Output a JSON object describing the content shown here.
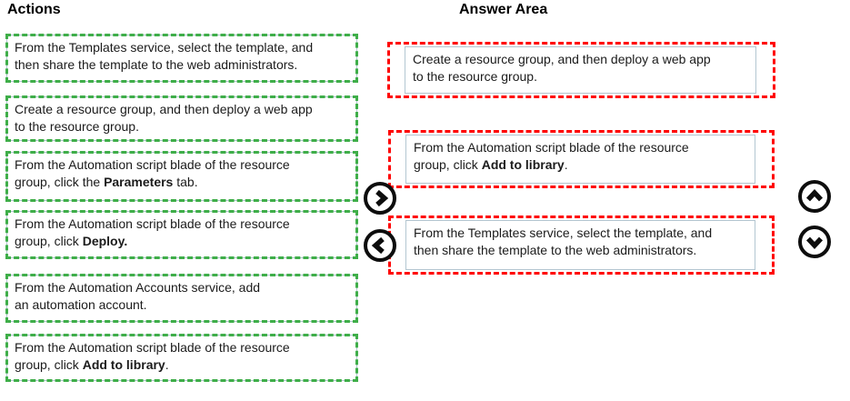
{
  "titles": {
    "actions": "Actions",
    "answer_area": "Answer Area"
  },
  "colors": {
    "action_dash_border": "#3FAE49",
    "answer_dash_border": "#FF0000",
    "item_border": "#B3C6D1",
    "arrow": "#0D0D0D",
    "text": "#1B1B1B"
  },
  "icons": {
    "move_right": "chevron-right-icon",
    "move_left": "chevron-left-icon",
    "move_up": "chevron-up-icon",
    "move_down": "chevron-down-icon"
  },
  "actions": {
    "items": [
      {
        "pre": "From the Templates service, select the template, and\nthen share the template to the web administrators.",
        "bold": "",
        "post": ""
      },
      {
        "pre": "Create a resource group, and then deploy a web app\nto the resource group.",
        "bold": "",
        "post": ""
      },
      {
        "pre": "From the Automation script blade of the resource\ngroup, click the ",
        "bold": "Parameters",
        "post": " tab."
      },
      {
        "pre": "From the Automation script blade of the resource\ngroup, click ",
        "bold": "Deploy.",
        "post": ""
      },
      {
        "pre": "From the Automation Accounts service, add\nan automation account.",
        "bold": "",
        "post": ""
      },
      {
        "pre": "From the Automation script blade of the resource\ngroup, click ",
        "bold": "Add to library",
        "post": "."
      }
    ]
  },
  "answer": {
    "items": [
      {
        "pre": "Create a resource group, and then deploy a web app\nto the resource group.",
        "bold": "",
        "post": ""
      },
      {
        "pre": "From the Automation script blade of the resource\ngroup, click ",
        "bold": "Add to library",
        "post": "."
      },
      {
        "pre": "From the Templates service, select the template, and\nthen share the template to the web administrators.",
        "bold": "",
        "post": ""
      }
    ]
  }
}
